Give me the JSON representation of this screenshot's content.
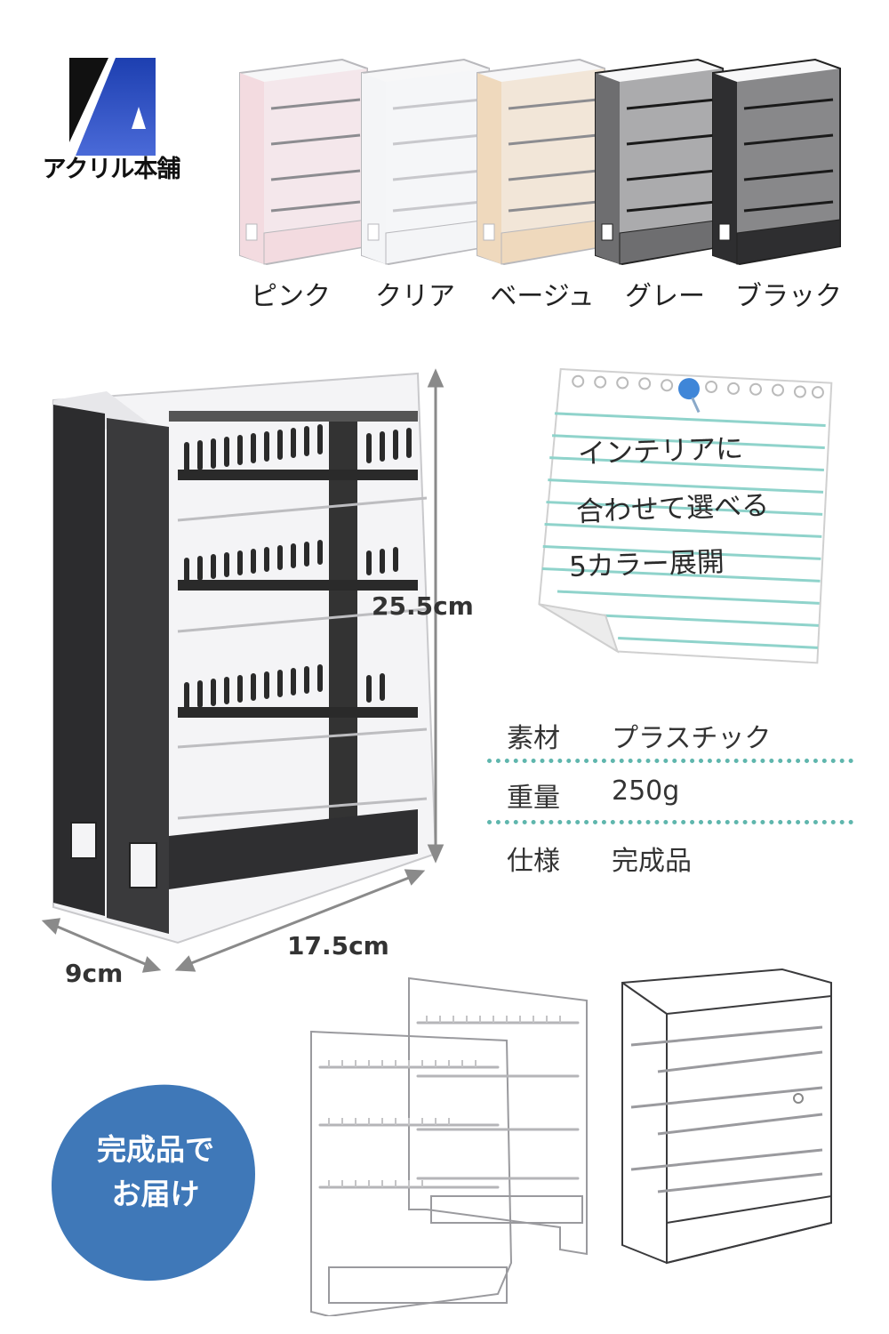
{
  "brand": {
    "name": "アクリル本舗"
  },
  "variants": [
    {
      "label": "ピンク",
      "color": "#f3dbe0"
    },
    {
      "label": "クリア",
      "color": "#f4f5f7"
    },
    {
      "label": "ベージュ",
      "color": "#efd9bd"
    },
    {
      "label": "グレー",
      "color": "#6e6e70"
    },
    {
      "label": "ブラック",
      "color": "#2e2e30"
    }
  ],
  "dimensions": {
    "height": "25.5cm",
    "width": "17.5cm",
    "depth": "9cm"
  },
  "memo": {
    "lines": [
      "インテリアに",
      "合わせて選べる",
      "5カラー展開"
    ],
    "line_color": "#8fd3cb",
    "pin_color": "#3f86d8"
  },
  "specs": [
    {
      "key": "素材",
      "value": "プラスチック"
    },
    {
      "key": "重量",
      "value": "250g"
    },
    {
      "key": "仕様",
      "value": "完成品"
    }
  ],
  "badge": {
    "lines": [
      "完成品で",
      "お届け"
    ],
    "color": "#3f78b8"
  },
  "colors": {
    "accent_dotted": "#5fb6ad",
    "logo_blue": "#1d3fb0"
  }
}
